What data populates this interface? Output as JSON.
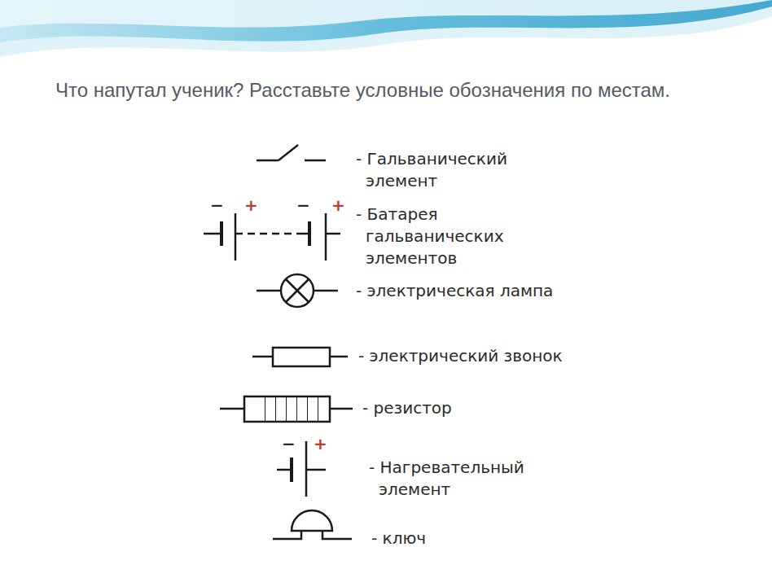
{
  "diagram": {
    "title": "Что напутал ученик? Расставьте условные обозначения по местам.",
    "labels": [
      "- Гальванический элемент",
      "−",
      "+",
      "−",
      "+",
      "- Батарея гальванических элементов",
      "- электрическая лампа",
      "- электрический звонок",
      "- резистор",
      "−",
      "+",
      "- Нагревательный элемент",
      "- ключ"
    ]
  }
}
